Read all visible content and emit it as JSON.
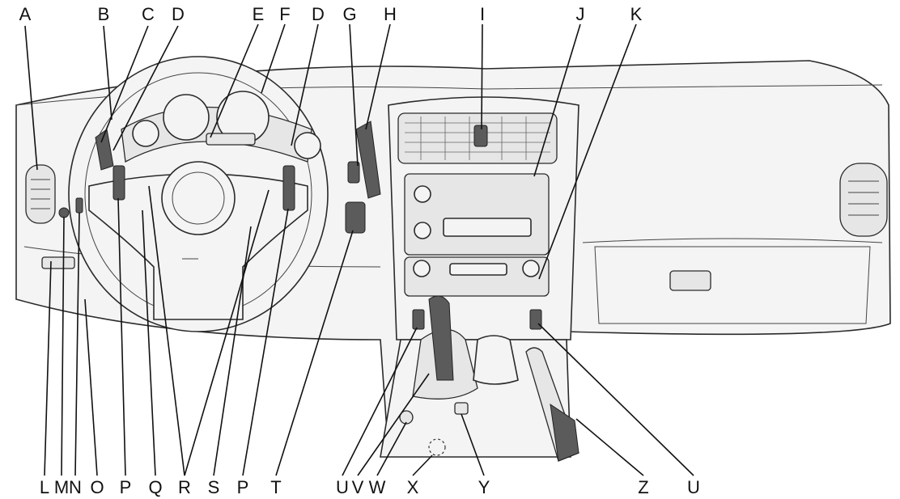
{
  "labels": {
    "A": "A",
    "B": "B",
    "C": "C",
    "D": "D",
    "E": "E",
    "F": "F",
    "G": "G",
    "H": "H",
    "I": "I",
    "J": "J",
    "K": "K",
    "L": "L",
    "M": "M",
    "N": "N",
    "O": "O",
    "P": "P",
    "Q": "Q",
    "R": "R",
    "S": "S",
    "T": "T",
    "U": "U",
    "V": "V",
    "W": "W",
    "X": "X",
    "Y": "Y",
    "Z": "Z"
  }
}
